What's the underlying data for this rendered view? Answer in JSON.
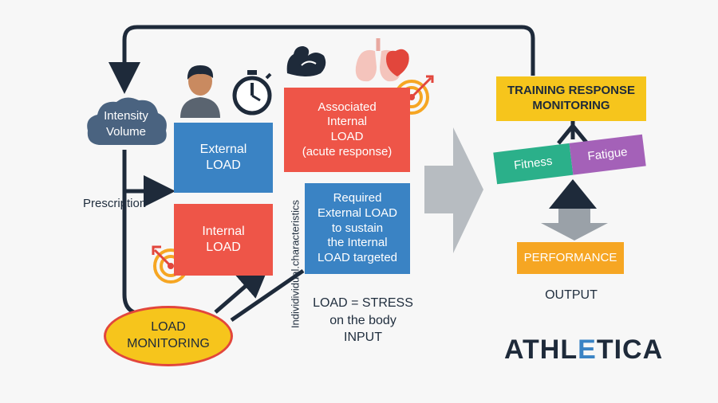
{
  "cloud": {
    "line1": "Intensity",
    "line2": "Volume"
  },
  "prescription": "Prescription",
  "external_load": {
    "line1": "External",
    "line2": "LOAD"
  },
  "internal_load": {
    "line1": "Internal",
    "line2": "LOAD"
  },
  "associated_internal": {
    "line1": "Associated",
    "line2": "Internal",
    "line3": "LOAD",
    "line4": "(acute response)"
  },
  "required_external": {
    "line1": "Required",
    "line2": "External LOAD",
    "line3": "to sustain",
    "line4": "the Internal",
    "line5": "LOAD targeted"
  },
  "individual_characteristics": "Individividual.characteristics",
  "load_monitoring": {
    "line1": "LOAD",
    "line2": "MONITORING"
  },
  "load_stress": {
    "line1": "LOAD = STRESS",
    "line2": "on the body",
    "line3": "INPUT"
  },
  "training_response": {
    "line1": "TRAINING RESPONSE",
    "line2": "MONITORING"
  },
  "fitness": "Fitness",
  "fatigue": "Fatigue",
  "performance": "PERFORMANCE",
  "output": "OUTPUT",
  "logo": {
    "part1": "ATHL",
    "part2": "E",
    "part3": "TICA"
  },
  "icons": [
    "person-icon",
    "stopwatch-icon",
    "flexed-arm-icon",
    "lungs-heart-icon",
    "target-icon"
  ],
  "colors": {
    "blue": "#3a83c4",
    "red": "#ee5548",
    "yellow": "#f6c51c",
    "orange": "#f6a623",
    "green": "#2bb08a",
    "purple": "#a461b8",
    "navy": "#1e2a3a",
    "cloud": "#4a6380"
  }
}
